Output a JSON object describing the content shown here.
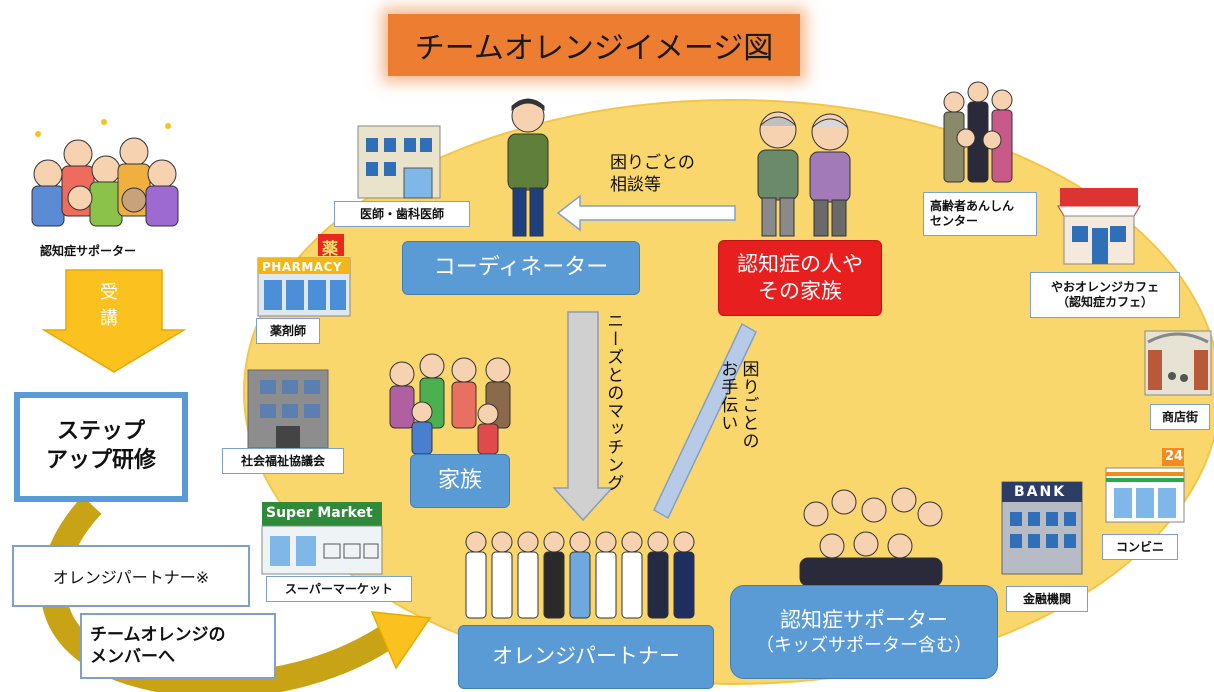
{
  "title": "チームオレンジイメージ図",
  "left_panel": {
    "supporters_label": "認知症サポーター",
    "course_arrow_label": "受\n講",
    "step_up_training": "ステップ\nアップ研修",
    "orange_partner_note": "オレンジパートナー※",
    "to_member": "チームオレンジの\nメンバーへ"
  },
  "center": {
    "coordinator": "コーディネーター",
    "person_and_family": "認知症の人や\nその家族",
    "consultation": "困りごとの\n相談等",
    "matching": "ニーズとのマッチング",
    "help": "困りごとの\nお手伝い",
    "family": "家族",
    "orange_partner": "オレンジパートナー",
    "dementia_supporter": "認知症サポーター",
    "dementia_supporter_sub": "（キッズサポーター含む）"
  },
  "resources": {
    "doctors": "医師・歯科医師",
    "pharmacist": "薬剤師",
    "pharmacy_sign": "PHARMACY",
    "pharmacy_kanji": "薬",
    "social_welfare": "社会福祉協議会",
    "supermarket": "スーパーマーケット",
    "supermarket_sign": "Super Market",
    "elderly_center": "高齢者あんしん\nセンター",
    "orange_cafe": "やおオレンジカフェ\n（認知症カフェ）",
    "shopping_street": "商店街",
    "convenience_store": "コンビニ",
    "convenience_sign": "24",
    "financial": "金融機関",
    "bank_sign": "BANK"
  },
  "colors": {
    "circle": "#fad76c",
    "title_bg": "#ed7d31",
    "blue_box": "#5b9bd5",
    "red_box": "#e81f1f",
    "arrow_yellow": "#fbc11e",
    "arrow_gray": "#d0d0d0",
    "arrow_blue": "#b8cbe6",
    "curve_gold": "#c9a316"
  }
}
